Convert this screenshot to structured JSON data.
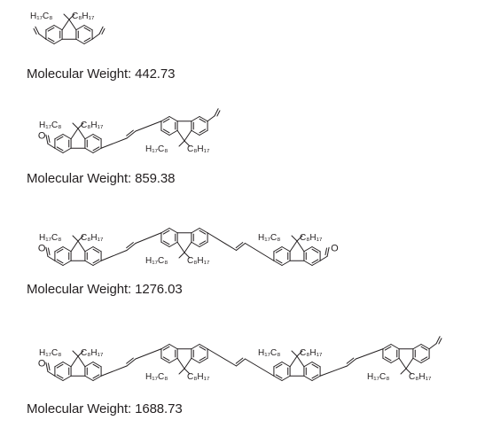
{
  "structures": [
    {
      "mw_label": "Molecular Weight:",
      "mw_value": "442.73",
      "substituents": {
        "upper_left": "H₁₇C₈",
        "upper_right": "C₈H₁₇"
      }
    },
    {
      "mw_label": "Molecular Weight:",
      "mw_value": "859.38",
      "substituents": {
        "upper_left": "H₁₇C₈",
        "upper_right": "C₈H₁₇",
        "lower_left": "H₁₇C₈",
        "lower_right": "C₈H₁₇"
      }
    },
    {
      "mw_label": "Molecular Weight:",
      "mw_value": "1276.03",
      "substituents": {
        "upper_left": "H₁₇C₈",
        "upper_right": "C₈H₁₇",
        "lower_left": "H₁₇C₈",
        "lower_right": "C₈H₁₇"
      }
    },
    {
      "mw_label": "Molecular Weight:",
      "mw_value": "1688.73",
      "substituents": {
        "upper_left": "H₁₇C₈",
        "upper_right": "C₈H₁₇",
        "lower_left": "H₁₇C₈",
        "lower_right": "C₈H₁₇"
      }
    }
  ],
  "atom_label": "O",
  "colors": {
    "ink": "#231f20",
    "background": "#ffffff"
  }
}
